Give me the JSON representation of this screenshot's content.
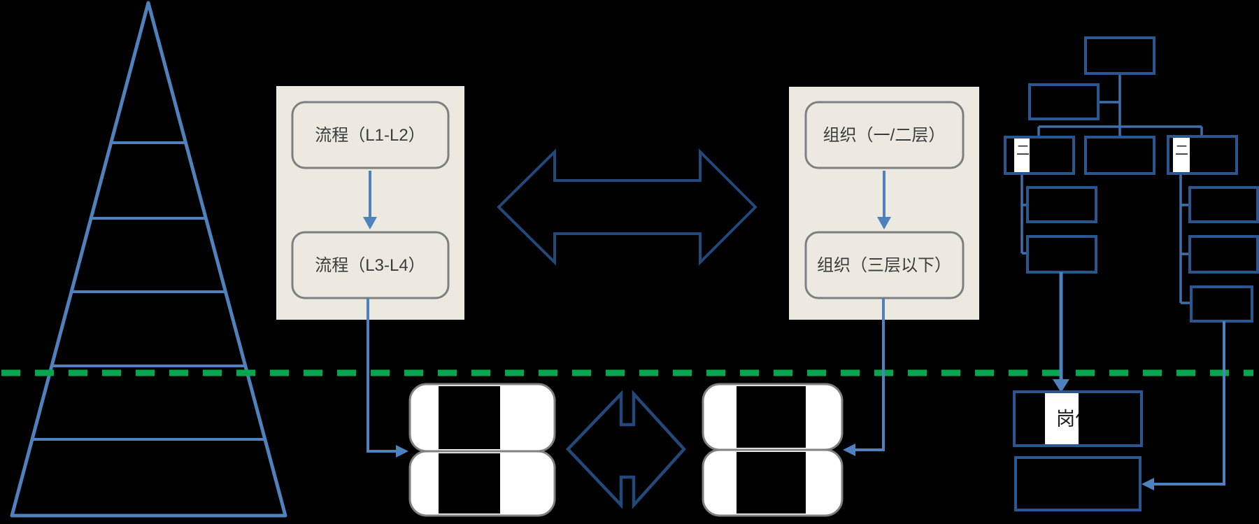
{
  "diagram": {
    "description": "process-to-organization mapping diagram",
    "divider_style": "green-dashed"
  },
  "pyramid": {
    "level_count": 6
  },
  "process_panel": {
    "boxes": [
      {
        "label": "流程（L1-L2）"
      },
      {
        "label": "流程（L3-L4）"
      }
    ]
  },
  "org_panel": {
    "boxes": [
      {
        "label": "组织（一/二层）"
      },
      {
        "label": "组织（三层以下）"
      }
    ]
  },
  "org_chart": {
    "striped_box_partial_glyph_left": "二",
    "striped_box_partial_glyph_right": "二",
    "position_box_label": "岗位"
  },
  "colors": {
    "background": "#000000",
    "pyramid_blue": "#4f81bd",
    "connector_blue": "#4f81bd",
    "dark_arrow_blue": "#24487a",
    "org_box_blue": "#2b5791",
    "tree_connector_blue": "#3f6fa8",
    "panel_beige": "#eceae0",
    "box_border_gray": "#7f7f7f",
    "pill_white": "#ffffff",
    "divider_green": "#0aa64f",
    "label_text": "#3b3b3b"
  }
}
